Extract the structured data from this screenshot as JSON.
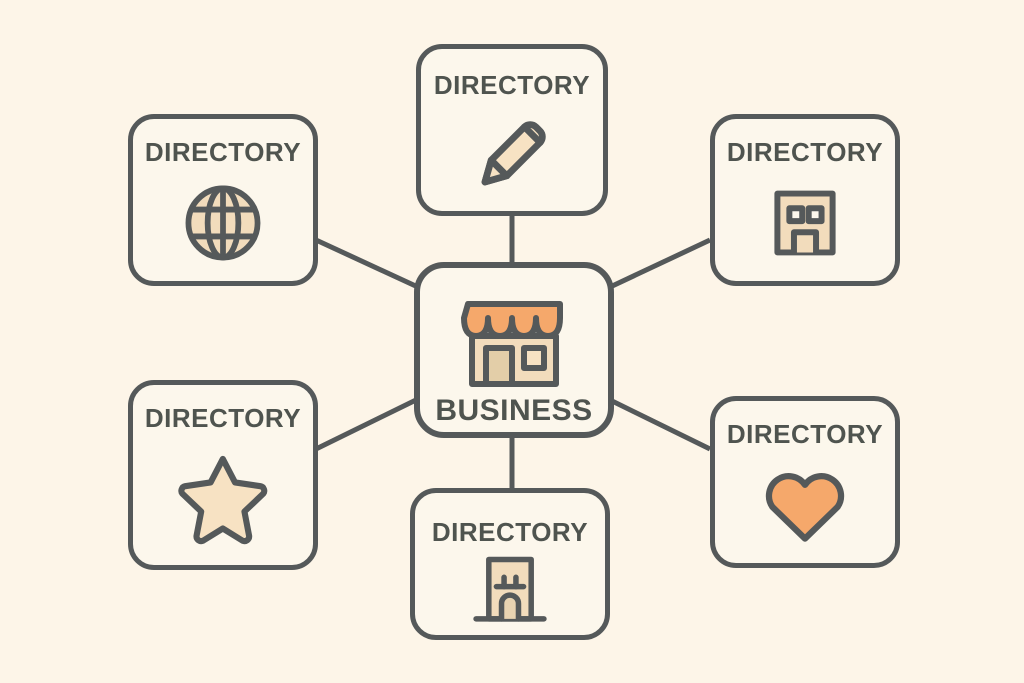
{
  "diagram": {
    "title_center": "BUSINESS",
    "background_color": "#FDF5E8",
    "card_fill_color": "#FCF7EC",
    "stroke_color": "#55595A",
    "text_color": "#4F544F",
    "accent_orange": "#F5A86B",
    "accent_tan": "#F2DCBC",
    "accent_tan_dark": "#E3CEA8"
  },
  "center_node": {
    "label": "BUSINESS",
    "icon": "storefront-icon"
  },
  "directory_nodes": [
    {
      "id": "globe",
      "label": "DIRECTORY",
      "icon": "globe-icon",
      "position": "top-left"
    },
    {
      "id": "pencil",
      "label": "DIRECTORY",
      "icon": "pencil-icon",
      "position": "top-center"
    },
    {
      "id": "building",
      "label": "DIRECTORY",
      "icon": "office-building-icon",
      "position": "top-right"
    },
    {
      "id": "star",
      "label": "DIRECTORY",
      "icon": "star-icon",
      "position": "bottom-left"
    },
    {
      "id": "shop",
      "label": "DIRECTORY",
      "icon": "shop-building-icon",
      "position": "bottom-center"
    },
    {
      "id": "heart",
      "label": "DIRECTORY",
      "icon": "heart-icon",
      "position": "bottom-right"
    }
  ],
  "connectors": [
    {
      "from": "globe",
      "to": "center",
      "type": "diagonal"
    },
    {
      "from": "pencil",
      "to": "center",
      "type": "vertical"
    },
    {
      "from": "building",
      "to": "center",
      "type": "diagonal"
    },
    {
      "from": "star",
      "to": "center",
      "type": "diagonal"
    },
    {
      "from": "shop",
      "to": "center",
      "type": "vertical"
    },
    {
      "from": "heart",
      "to": "center",
      "type": "diagonal"
    }
  ]
}
